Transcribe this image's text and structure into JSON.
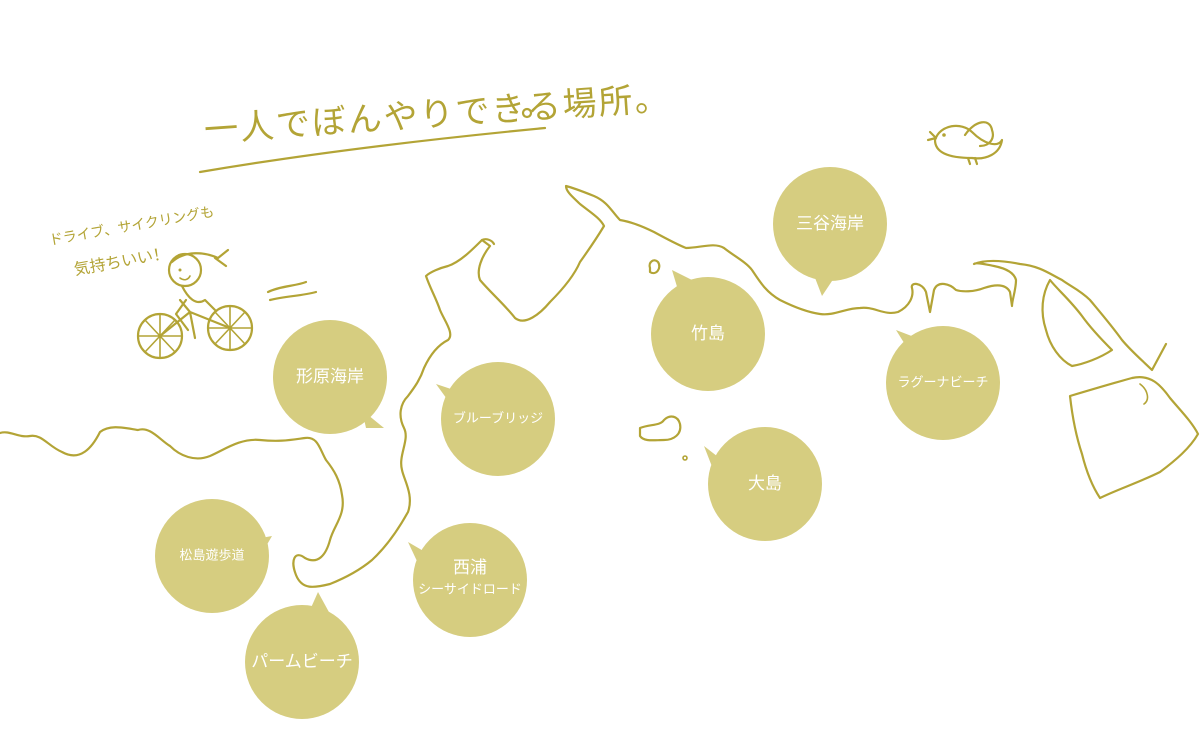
{
  "title": "一人でぼんやりできる場所。",
  "side_note": {
    "line1": "ドライブ、サイクリングも",
    "line2": "気持ちいい！"
  },
  "colors": {
    "ink": "#b3a436",
    "bubble": "#d6cd80",
    "bubble_text": "#ffffff",
    "background": "#ffffff"
  },
  "icons": [
    "cyclist-illustration",
    "bird-illustration",
    "wind-lines"
  ],
  "places": [
    {
      "id": "keihara",
      "label": "形原海岸"
    },
    {
      "id": "blue-bridge",
      "label": "ブルーブリッジ"
    },
    {
      "id": "matsushima",
      "label": "松島遊歩道"
    },
    {
      "id": "nishiura",
      "label": "西浦",
      "sublabel": "シーサイドロード"
    },
    {
      "id": "palm-beach",
      "label": "パームビーチ"
    },
    {
      "id": "takeshima",
      "label": "竹島"
    },
    {
      "id": "oshima",
      "label": "大島"
    },
    {
      "id": "miya",
      "label": "三谷海岸"
    },
    {
      "id": "laguna",
      "label": "ラグーナビーチ"
    }
  ]
}
